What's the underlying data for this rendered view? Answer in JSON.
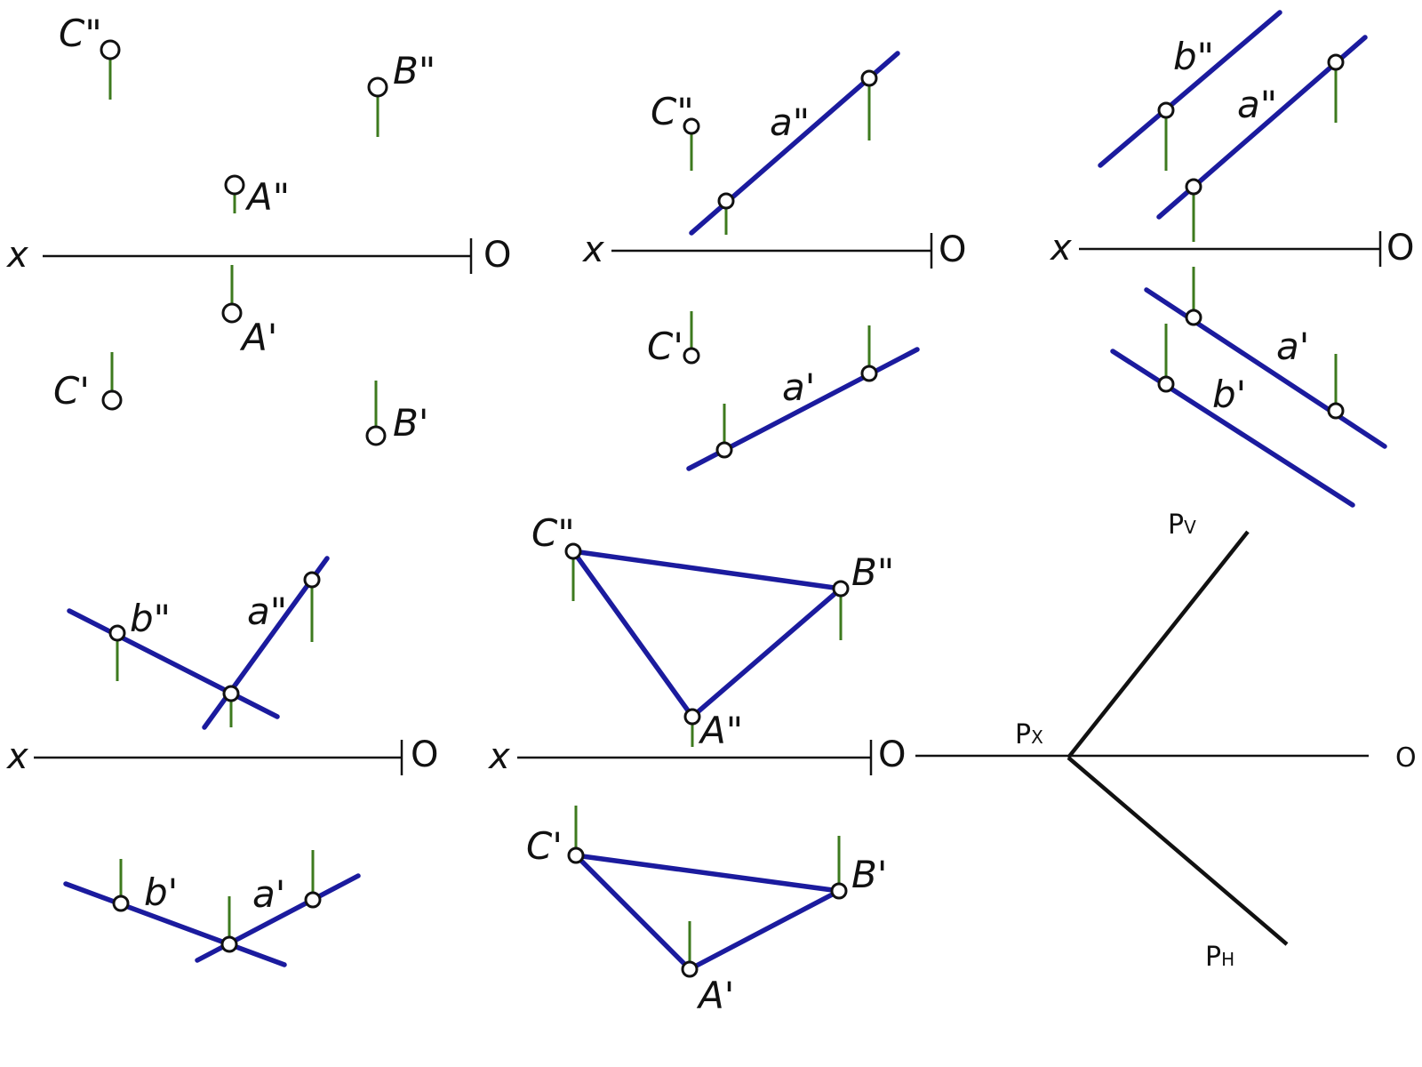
{
  "colors": {
    "segment": "#1b1b9e",
    "projection_stub": "#3d7a1e",
    "axis": "#111111",
    "background": "#ffffff"
  },
  "panels": [
    {
      "id": "points",
      "axis": {
        "x_label": "x",
        "o_label": "O"
      },
      "labels": {
        "C_front": "C\"",
        "B_front": "B\"",
        "A_front": "A\"",
        "A_top": "A'",
        "C_top": "C'",
        "B_top": "B'"
      }
    },
    {
      "id": "line-and-point",
      "axis": {
        "x_label": "x",
        "o_label": "O"
      },
      "labels": {
        "C_front": "C\"",
        "a_front": "a\"",
        "C_top": "C'",
        "a_top": "a'"
      }
    },
    {
      "id": "parallel-lines",
      "axis": {
        "x_label": "x",
        "o_label": "O"
      },
      "labels": {
        "b_front": "b\"",
        "a_front": "a\"",
        "a_top": "a'",
        "b_top": "b'"
      }
    },
    {
      "id": "intersecting-lines",
      "axis": {
        "x_label": "x",
        "o_label": "O"
      },
      "labels": {
        "b_front": "b\"",
        "a_front": "a\"",
        "b_top": "b'",
        "a_top": "a'"
      }
    },
    {
      "id": "triangle",
      "axis": {
        "x_label": "x",
        "o_label": "O"
      },
      "labels": {
        "C_front": "C\"",
        "B_front": "B\"",
        "A_front": "A\"",
        "C_top": "C'",
        "B_top": "B'",
        "A_top": "A'"
      }
    },
    {
      "id": "plane-traces",
      "labels": {
        "pv_main": "P",
        "pv_sub": "V",
        "px_main": "P",
        "px_sub": "X",
        "ph_main": "P",
        "ph_sub": "H",
        "o": "O"
      }
    }
  ]
}
